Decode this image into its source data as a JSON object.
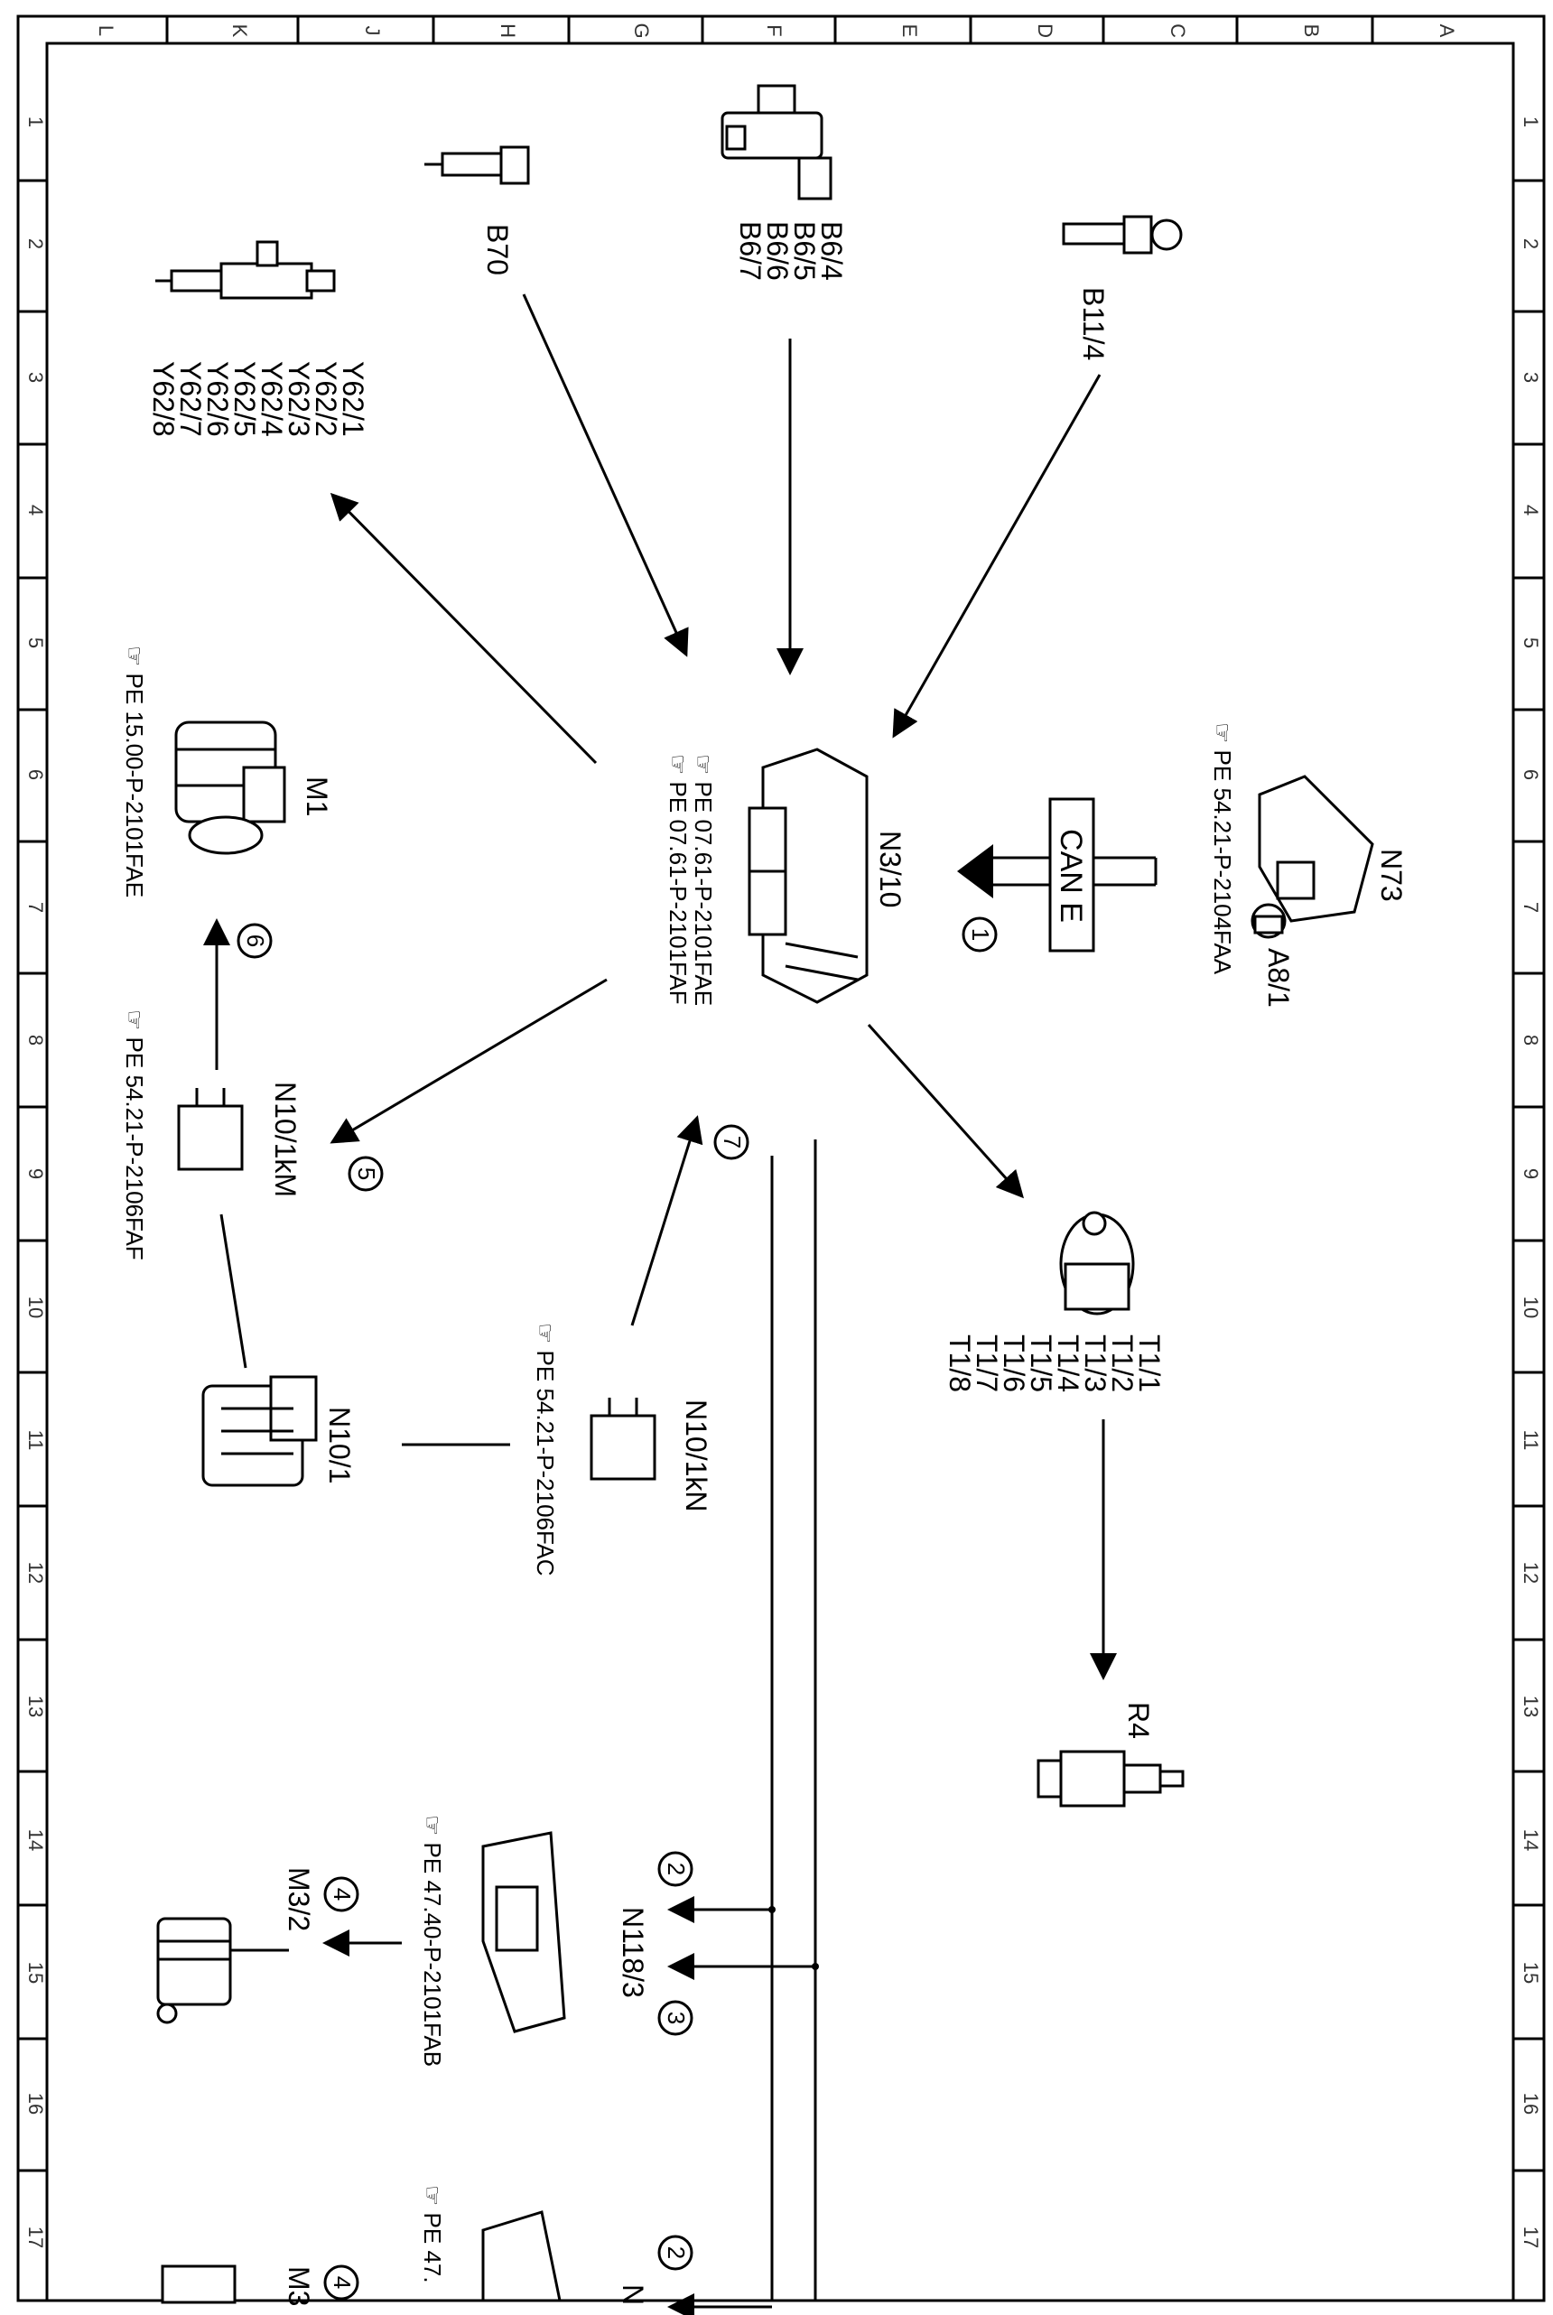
{
  "frame": {
    "col_letters": [
      "L",
      "K",
      "J",
      "H",
      "G",
      "F",
      "E",
      "D",
      "C",
      "B",
      "A"
    ],
    "row_numbers": [
      "1",
      "2",
      "3",
      "4",
      "5",
      "6",
      "7",
      "8",
      "9",
      "10",
      "11",
      "12",
      "13",
      "14",
      "15",
      "16",
      "17"
    ]
  },
  "components": {
    "b70": "B70",
    "b6": [
      "B6/4",
      "B6/5",
      "B6/6",
      "B6/7"
    ],
    "b11_4": "B11/4",
    "y62": [
      "Y62/1",
      "Y62/2",
      "Y62/3",
      "Y62/4",
      "Y62/5",
      "Y62/6",
      "Y62/7",
      "Y62/8"
    ],
    "n73": "N73",
    "a8_1": "A8/1",
    "n3_10": "N3/10",
    "m1": "M1",
    "n10_1km": "N10/1kM",
    "n10_1kn": "N10/1kN",
    "n10_1": "N10/1",
    "t1": [
      "T1/1",
      "T1/2",
      "T1/3",
      "T1/4",
      "T1/5",
      "T1/6",
      "T1/7",
      "T1/8"
    ],
    "r4": "R4",
    "n118_3": "N118/3",
    "m3_2": "M3/2",
    "m3": "M3",
    "n_partial": "N",
    "can_e": "CAN E"
  },
  "references": {
    "n73_ref": "PE 54.21-P-2104FAA",
    "n3_10_ref1": "PE 07.61-P-2101FAE",
    "n3_10_ref2": "PE 07.61-P-2101FAF",
    "m1_ref": "PE 15.00-P-2101FAE",
    "n10_1km_ref": "PE 54.21-P-2106FAF",
    "n10_1kn_ref": "PE 54.21-P-2106FAC",
    "n118_3_ref": "PE 47.40-P-2101FAB",
    "m3_ref": "PE 47."
  },
  "callouts": {
    "c1": "1",
    "c2": "2",
    "c3": "3",
    "c4": "4",
    "c5": "5",
    "c6": "6",
    "c7": "7"
  }
}
